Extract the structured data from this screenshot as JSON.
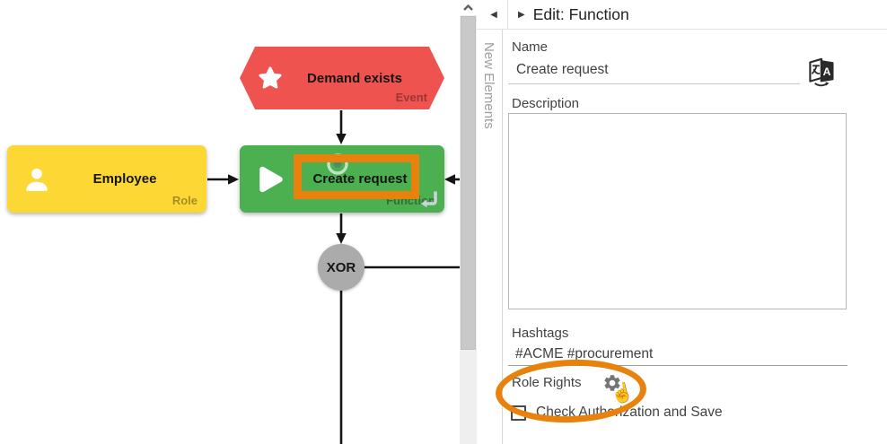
{
  "diagram": {
    "event": {
      "label": "Demand exists",
      "type_label": "Event"
    },
    "role": {
      "label": "Employee",
      "type_label": "Role"
    },
    "function": {
      "label": "Create request",
      "type_label": "Function"
    },
    "connector": {
      "label": "XOR"
    },
    "colors": {
      "event": "#ef5350",
      "role": "#fdd835",
      "function": "#4caf50",
      "connector": "#ababab",
      "annotation": "#e8820c"
    }
  },
  "sidebar": {
    "tab_label": "New Elements"
  },
  "panel": {
    "collapse_icon": "◀",
    "expand_icon": "▶",
    "title": "Edit: Function",
    "name": {
      "label": "Name",
      "value": "Create request"
    },
    "description": {
      "label": "Description",
      "value": ""
    },
    "hashtags": {
      "label": "Hashtags",
      "value": "#ACME #procurement"
    },
    "role_rights": {
      "label": "Role Rights"
    },
    "check_auth": {
      "label": "Check Authorization and Save",
      "checked": false
    }
  }
}
